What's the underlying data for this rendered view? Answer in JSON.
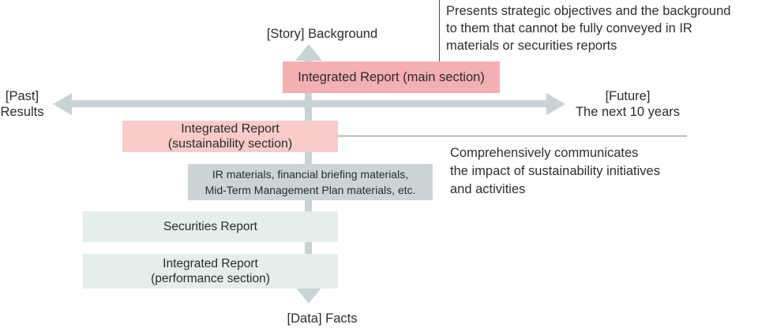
{
  "diagram": {
    "axes": {
      "top": "[Story] Background",
      "bottom": "[Data] Facts",
      "left": [
        "[Past]",
        "Results"
      ],
      "right": [
        "[Future]",
        "The next 10 years"
      ]
    },
    "boxes": {
      "main": {
        "label": "Integrated Report (main section)"
      },
      "sustainability": {
        "lines": [
          "Integrated Report",
          "(sustainability section)"
        ]
      },
      "ir_materials": {
        "lines": [
          "IR materials, financial briefing materials,",
          "Mid-Term Management Plan materials, etc."
        ]
      },
      "securities": {
        "label": "Securities Report"
      },
      "performance": {
        "lines": [
          "Integrated Report",
          "(performance section)"
        ]
      }
    },
    "annotations": {
      "main_note": {
        "lines": [
          "Presents strategic objectives and the background",
          "to them that cannot be fully conveyed in IR",
          "materials or securities reports"
        ]
      },
      "sustainability_note": {
        "lines": [
          "Comprehensively communicates",
          "the impact of sustainability initiatives",
          "and activities"
        ]
      }
    },
    "colors": {
      "pink_main": "#f4afb3",
      "pink_light": "#f8cbc9",
      "gray_box": "#ccd4d7",
      "mint_box": "#e4efeb",
      "arrow": "#c9d3d5",
      "divider": "#4b4b4b",
      "rule": "#848484",
      "text": "#2b2b2b"
    }
  }
}
